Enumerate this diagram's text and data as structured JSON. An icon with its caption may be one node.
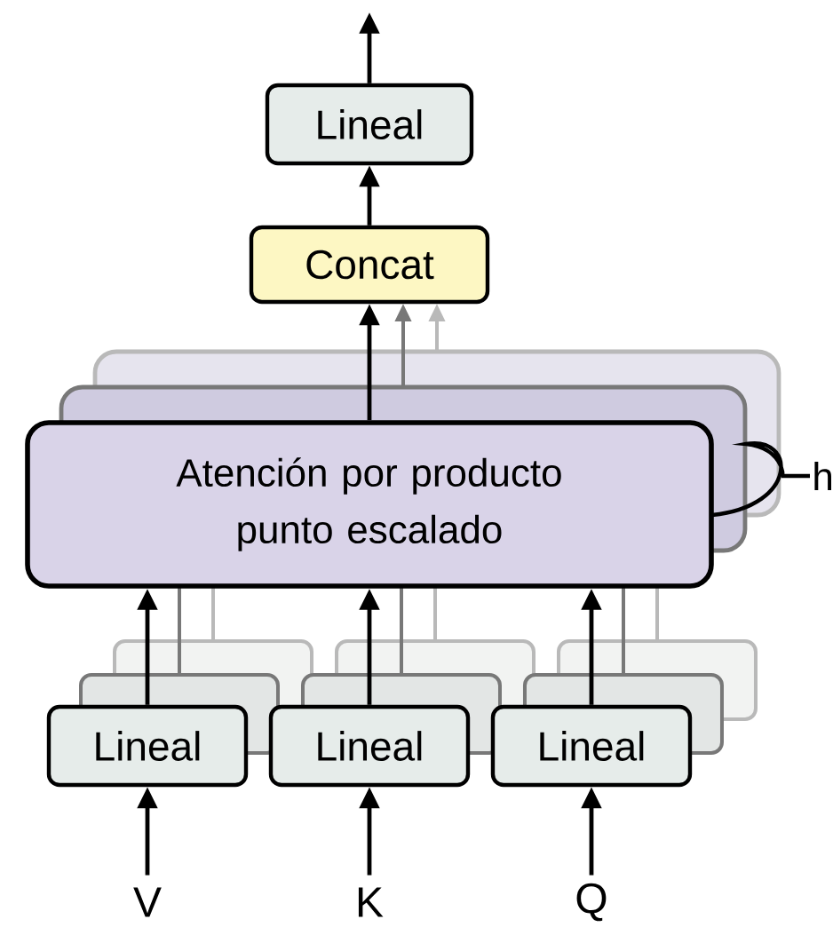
{
  "diagram": {
    "nodes": [
      {
        "text": [
          "Lineal"
        ]
      },
      {
        "text": [
          "Concat"
        ]
      },
      {
        "text": [
          "Atención por producto punto escalado"
        ]
      },
      {
        "text": [
          "Lineal"
        ]
      },
      {
        "text": [
          "Lineal"
        ]
      },
      {
        "text": [
          "Lineal"
        ]
      },
      {
        "text": [
          "V"
        ]
      },
      {
        "text": [
          "K"
        ]
      },
      {
        "text": [
          "Q"
        ]
      }
    ],
    "edges": [
      {
        "from": 0,
        "to": null,
        "arrow": "to"
      },
      {
        "from": 1,
        "to": 0,
        "arrow": "to"
      },
      {
        "from": 2,
        "to": 1,
        "arrow": "to"
      },
      {
        "from": 3,
        "to": 2,
        "arrow": "to"
      },
      {
        "from": 4,
        "to": 2,
        "arrow": "to"
      },
      {
        "from": 5,
        "to": 2,
        "arrow": "to"
      },
      {
        "from": 6,
        "to": 3,
        "arrow": "to"
      },
      {
        "from": 7,
        "to": 4,
        "arrow": "to"
      },
      {
        "from": 8,
        "to": 5,
        "arrow": "to"
      }
    ],
    "labels": [
      "h"
    ]
  }
}
